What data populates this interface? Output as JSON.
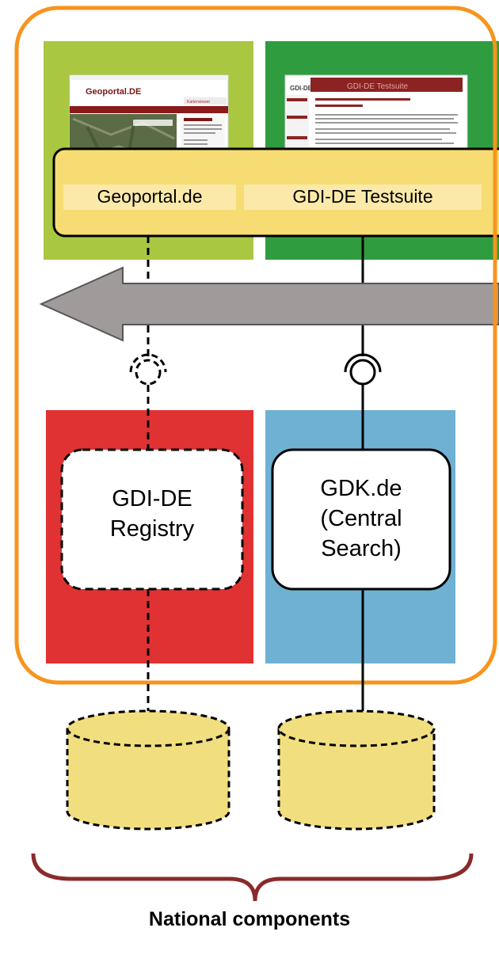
{
  "top_tabs": {
    "geoportal": "Geoportal.de",
    "testsuite": "GDI-DE Testsuite"
  },
  "components": {
    "registry": {
      "line1": "GDI-DE",
      "line2": "Registry"
    },
    "gdk": {
      "line1": "GDK.de",
      "line2": "(Central",
      "line3": "Search)"
    }
  },
  "thumbnails": {
    "geoportal": {
      "logo": "Geoportal.DE",
      "header_button": "Kartenviewer"
    },
    "testsuite": {
      "title": "GDI-DE Testsuite",
      "logo": "GDI-DE"
    }
  },
  "caption": "National components",
  "colors": {
    "frame_orange": "#f7941d",
    "panel_lime": "#a9c740",
    "panel_green": "#2f9c3f",
    "panel_red": "#e03232",
    "panel_blue": "#6fb1d2",
    "tab_bar": "#f6dc72",
    "database": "#f1de7e",
    "arrow_gray": "#a09a9a",
    "brace": "#8b2a2a"
  }
}
